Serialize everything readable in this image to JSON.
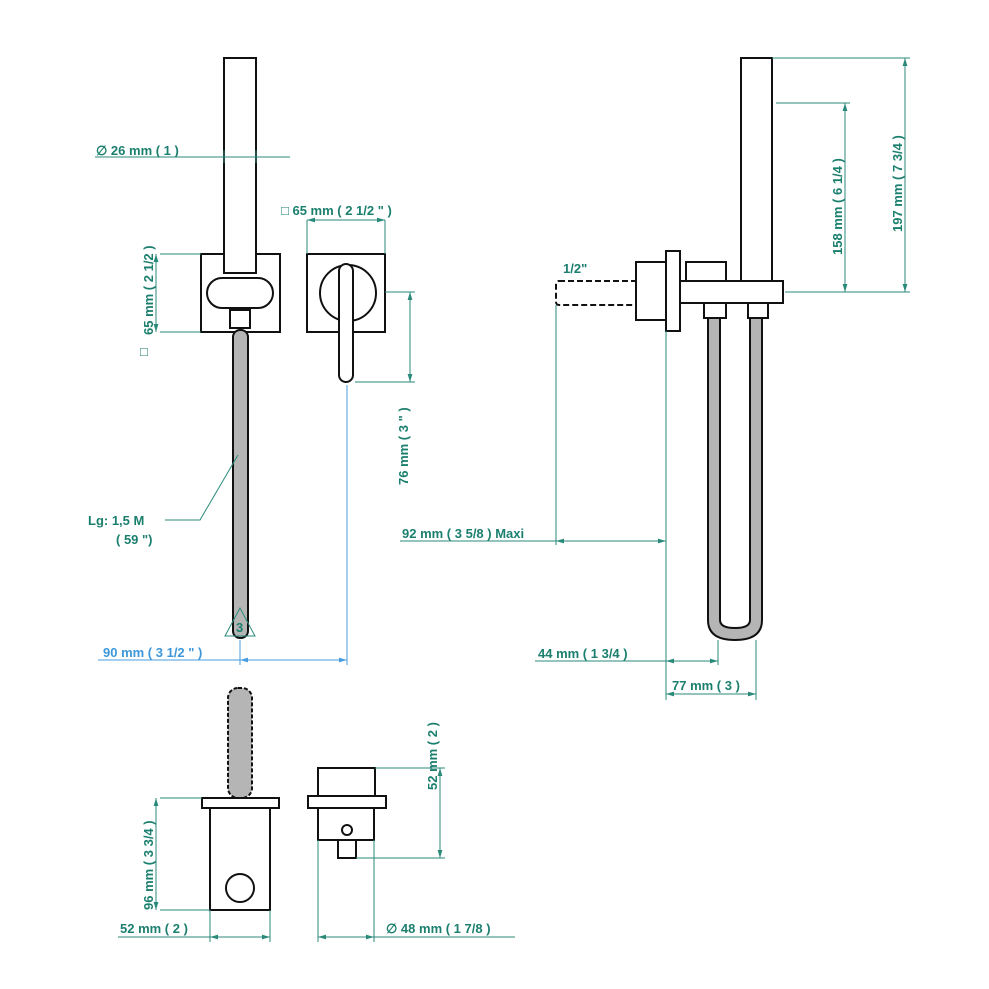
{
  "colors": {
    "dimension": "#1b7f6e",
    "dimension_blue": "#3d97d9",
    "outline": "#111111",
    "hose": "#b5b5b5"
  },
  "labels": {
    "shower_diameter": "∅ 26 mm ( 1 )",
    "plate_width": "□ 65 mm ( 2 1/2 \" )",
    "plate_height": "65 mm ( 2 1/2 )",
    "plate_height_symbol": "□",
    "lever_height": "76 mm ( 3 \" )",
    "hose_length": "Lg: 1,5 M",
    "hose_length_in": "( 59 \")",
    "callout_number": "3",
    "spacing": "90 mm ( 3 1/2 \" )",
    "thread": "1/2\"",
    "depth_max": "92 mm ( 3 5/8 )  Maxi",
    "offset_44": "44 mm ( 1 3/4 )",
    "offset_77": "77 mm ( 3 )",
    "height_158": "158 mm ( 6 1/4 )",
    "height_197": "197 mm ( 7 3/4 )",
    "bracket_height": "96 mm ( 3 3/4 )",
    "bracket_width": "52 mm ( 2 )",
    "knob_height": "52 mm ( 2 )",
    "knob_diameter": "∅ 48 mm ( 1 7/8 )"
  }
}
